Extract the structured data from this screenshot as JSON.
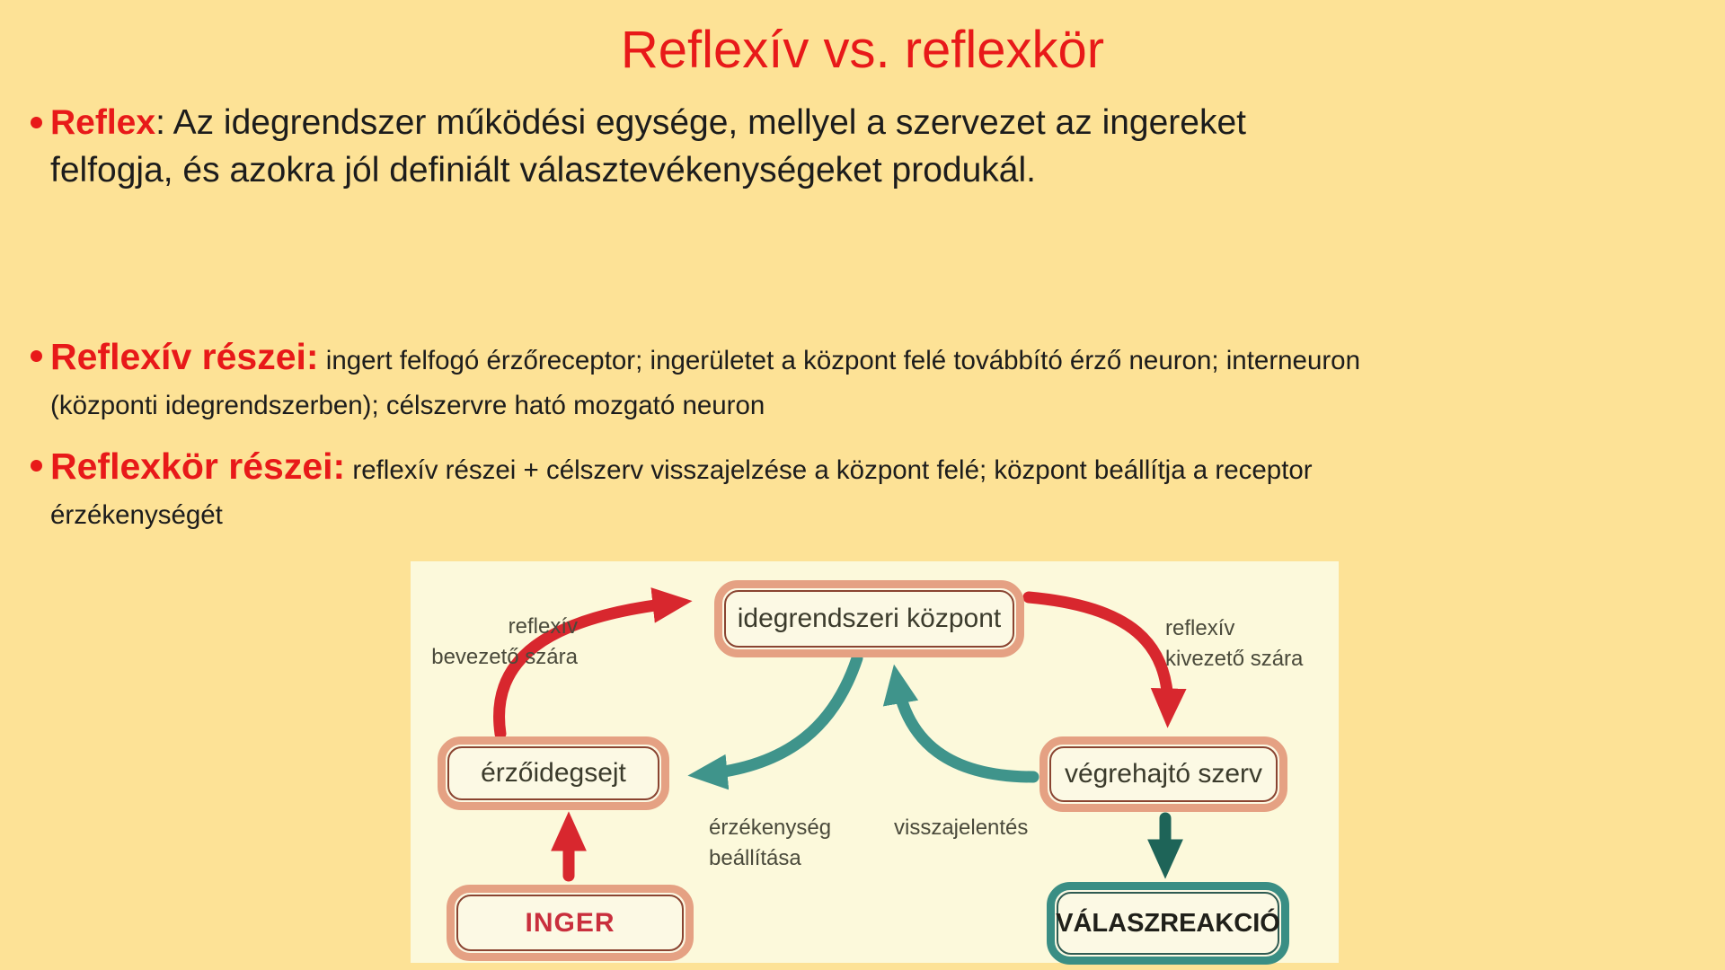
{
  "slide": {
    "title": "Reflexív vs. reflexkör",
    "bullets": [
      {
        "term": "Reflex",
        "lines": [
          ": Az idegrendszer működési egysége, mellyel a szervezet az ingereket",
          "felfogja, és azokra jól definiált választevékenységeket produkál."
        ]
      },
      {
        "term": "Reflexív részei:",
        "lines": [
          " ingert felfogó érzőreceptor; ingerületet a központ felé továbbító érző neuron; interneuron",
          "(központi idegrendszerben); célszervre ható mozgató neuron"
        ]
      },
      {
        "term": "Reflexkör részei:",
        "lines": [
          " reflexív részei + célszerv visszajelzése a központ felé; központ beállítja a receptor",
          "érzékenységét"
        ]
      }
    ]
  },
  "diagram": {
    "nodes": {
      "center": {
        "label": "idegrendszeri központ"
      },
      "sensor": {
        "label": "érzőidegsejt"
      },
      "effector": {
        "label": "végrehajtó szerv"
      },
      "stimulus": {
        "label": "INGER"
      },
      "response": {
        "label": "VÁLASZREAKCIÓ"
      }
    },
    "labels": {
      "afferent": {
        "lines": [
          "reflexív",
          "bevezető szára"
        ]
      },
      "efferent": {
        "lines": [
          "reflexív",
          "kivezető szára"
        ]
      },
      "sensitivity": {
        "lines": [
          "érzékenység",
          "beállítása"
        ]
      },
      "feedback": {
        "lines": [
          "visszajelentés"
        ]
      }
    }
  },
  "colors": {
    "background": "#FDE296",
    "panel": "#FCF9DB",
    "title_red": "#E81919",
    "body_text": "#1C1C1C",
    "label_text": "#4A4A3B",
    "node_border_salmon": "#E5A183",
    "node_inner_line": "#8A4431",
    "node_fill": "#FCF9E4",
    "node_text": "#3B3B2C",
    "stimulus_text": "#C92F3D",
    "response_border": "#3A8E84",
    "arrow_red": "#D8272E",
    "arrow_teal": "#3F948B",
    "arrow_dark_teal": "#1E6458"
  }
}
